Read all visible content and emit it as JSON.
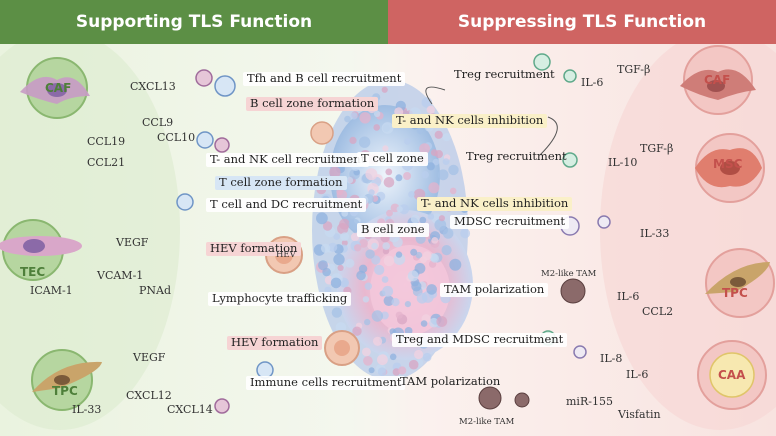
{
  "header": {
    "left_title": "Supporting TLS Function",
    "right_title": "Suppressing TLS Function"
  },
  "left": {
    "caf": {
      "cell": "CAF",
      "molecules": [
        "CXCL13",
        "CCL9",
        "CCL10",
        "CCL19",
        "CCL21"
      ]
    },
    "tec": {
      "cell": "TEC",
      "molecules": [
        "VEGF",
        "VCAM-1",
        "ICAM-1",
        "PNAd"
      ]
    },
    "tpc": {
      "cell": "TPC",
      "molecules": [
        "VEGF",
        "CXCL12",
        "IL-33",
        "CXCL14"
      ]
    },
    "functions": {
      "f1": "Tfh and B cell recruitment",
      "f2": "B cell zone formation",
      "f3": "T- and NK cell recruitment",
      "f4": "T cell zone formation",
      "f5": "T cell and DC recruitment",
      "f6": "HEV formation",
      "f7": "Lymphocyte trafficking",
      "f8": "HEV formation",
      "f9": "Immune cells recruitment"
    },
    "hev_label": "HEV"
  },
  "center": {
    "t_zone": "T cell zone",
    "b_zone": "B cell zone"
  },
  "right": {
    "caf": {
      "cell": "CAF",
      "molecules": [
        "TGF-β",
        "IL-6"
      ]
    },
    "msc": {
      "cell": "MSC",
      "molecules": [
        "TGF-β",
        "IL-10"
      ]
    },
    "tpc": {
      "cell": "TPC",
      "molecules": [
        "IL-33",
        "IL-6",
        "CCL2"
      ]
    },
    "caa": {
      "cell": "CAA",
      "molecules": [
        "IL-8",
        "IL-6",
        "miR-155",
        "Visfatin"
      ]
    },
    "functions": {
      "f1": "Treg recruitment",
      "f2": "T- and NK cells inhibition",
      "f3": "Treg recruitment",
      "f4": "T- and NK cells inhibition",
      "f5": "MDSC recruitment",
      "f6": "TAM polarization",
      "f7": "Treg and MDSC recruitment",
      "f8": "TAM polarization"
    },
    "m2_label_1": "M2-like TAM",
    "m2_label_2": "M2-like TAM"
  }
}
